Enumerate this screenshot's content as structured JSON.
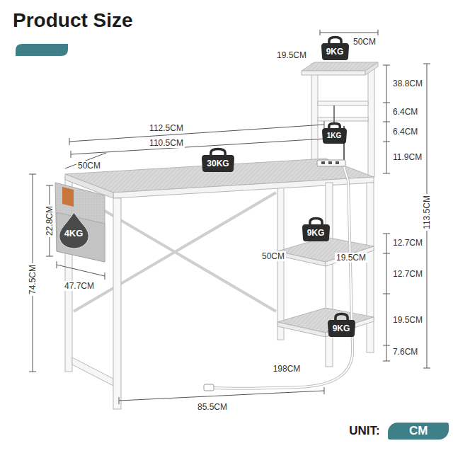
{
  "diagram": {
    "title": "Product Size",
    "nodes": [
      {
        "text": [
          "9KG"
        ]
      },
      {
        "text": [
          "1KG"
        ]
      },
      {
        "text": [
          "30KG"
        ]
      },
      {
        "text": [
          "4KG"
        ]
      },
      {
        "text": [
          "9KG"
        ]
      },
      {
        "text": [
          "9KG"
        ]
      },
      {
        "text": [
          "CM"
        ]
      }
    ],
    "labels": [
      "19.5CM",
      "50CM",
      "38.8CM",
      "6.4CM",
      "6.4CM",
      "112.5CM",
      "110.5CM",
      "11.9CM",
      "50CM",
      "22.8CM",
      "74.5CM",
      "113.5CM",
      "50CM",
      "19.5CM",
      "12.7CM",
      "47.7CM",
      "12.7CM",
      "19.5CM",
      "7.6CM",
      "198CM",
      "85.5CM",
      "UNIT:"
    ]
  }
}
